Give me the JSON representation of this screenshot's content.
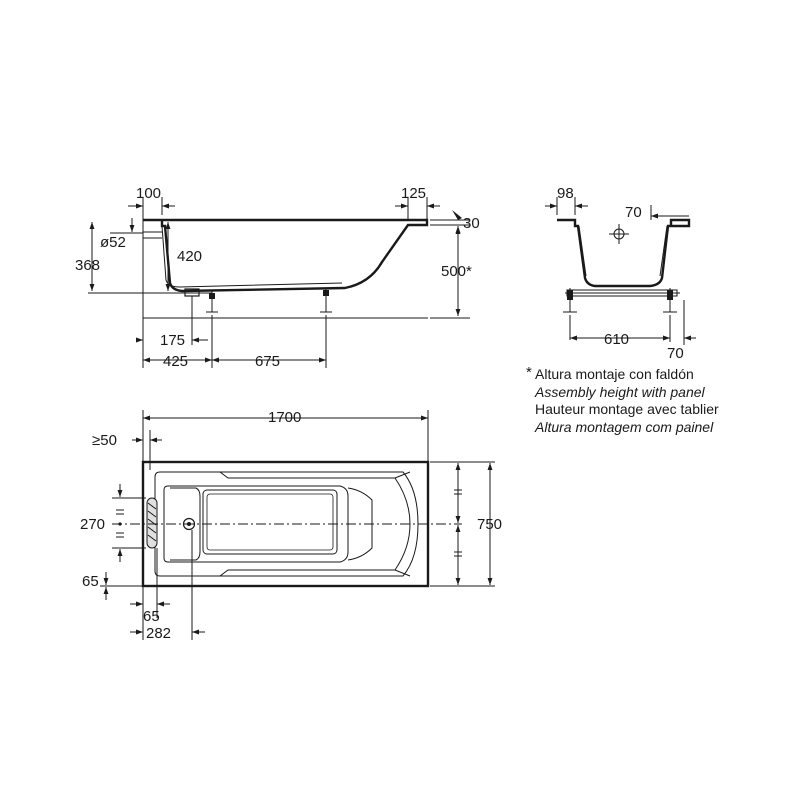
{
  "side_view": {
    "dims": {
      "d100": "100",
      "d125": "125",
      "d30": "30",
      "d52": "ø52",
      "d368": "368",
      "d420": "420",
      "d500": "500*",
      "d175": "175",
      "d425": "425",
      "d675": "675"
    }
  },
  "end_view": {
    "dims": {
      "d98": "98",
      "d70_top": "70",
      "d610": "610",
      "d70_bottom": "70"
    }
  },
  "plan_view": {
    "dims": {
      "d1700": "1700",
      "d50": "≥50",
      "d270": "270",
      "d750": "750",
      "d65_left": "65",
      "d65_bottom": "65",
      "d282": "282"
    }
  },
  "note": {
    "star": "*",
    "lines": [
      "Altura montaje con faldón",
      "Assembly height with panel",
      "Hauteur montage avec tablier",
      "Altura montagem com painel"
    ]
  }
}
